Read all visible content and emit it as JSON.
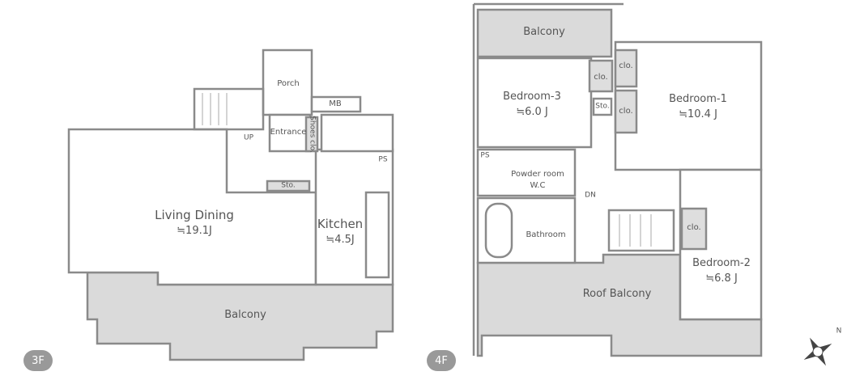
{
  "floor3": {
    "badge": "3F",
    "porch": "Porch",
    "mb": "MB",
    "entrance": "Entrance",
    "shoes_closet": "Shoes clo.",
    "up": "UP",
    "ps": "PS",
    "storage": "Sto.",
    "living_dining": {
      "name": "Living Dining",
      "size": "≒19.1J"
    },
    "kitchen": {
      "name": "Kitchen",
      "size": "≒4.5J"
    },
    "balcony": "Balcony"
  },
  "floor4": {
    "badge": "4F",
    "balcony": "Balcony",
    "closet": "clo.",
    "storage": "Sto.",
    "bedroom3": {
      "name": "Bedroom-3",
      "size": "≒6.0 J"
    },
    "bedroom1": {
      "name": "Bedroom-1",
      "size": "≒10.4 J"
    },
    "bedroom2": {
      "name": "Bedroom-2",
      "size": "≒6.8 J"
    },
    "ps": "PS",
    "powder_room": "Powder room",
    "wc": "W.C",
    "dn": "DN",
    "bathroom": "Bathroom",
    "roof_balcony": "Roof Balcony"
  },
  "compass": {
    "north": "N"
  },
  "colors": {
    "wall": "#8a8a8a",
    "balcony_fill": "#dadada",
    "closet_fill": "#dedede",
    "badge": "#999999"
  }
}
